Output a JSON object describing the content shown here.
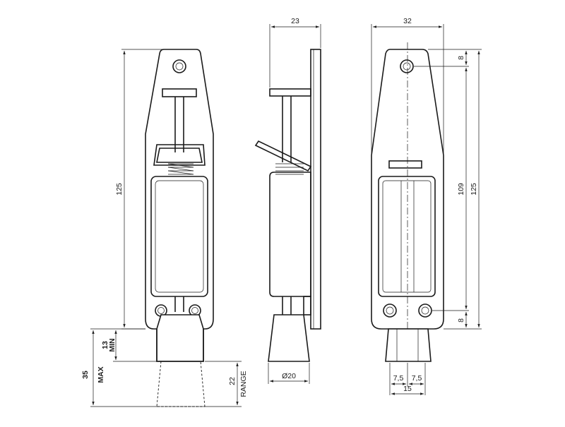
{
  "dimensions": {
    "front_height": "125",
    "side_depth": "23",
    "diameter": "Ø20",
    "back_width": "32",
    "back_inner_height": "109",
    "back_height": "125",
    "hole_offset_top": "8",
    "hole_offset_bottom": "8",
    "spacing_left": "7,5",
    "spacing_right": "7,5",
    "spacing_total": "15"
  },
  "stroke_labels": {
    "min_value": "13",
    "min_label": "MIN",
    "max_value": "35",
    "max_label": "MAX",
    "range_value": "22",
    "range_label": "RANGE"
  }
}
